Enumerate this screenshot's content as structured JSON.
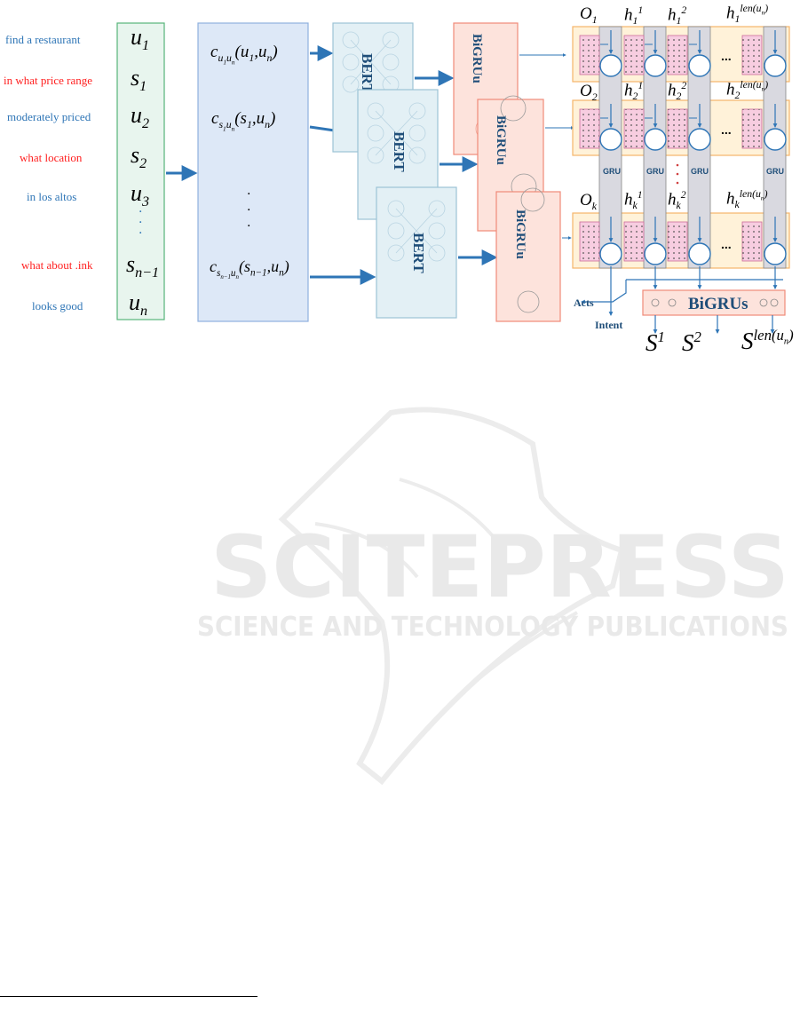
{
  "utterances": [
    {
      "text": "find a restaurant",
      "color": "#2e75b6"
    },
    {
      "text": "in what price range",
      "color": "#ff2020"
    },
    {
      "text": "moderately priced",
      "color": "#2e75b6"
    },
    {
      "text": "what location",
      "color": "#ff2020"
    },
    {
      "text": "in los altos",
      "color": "#2e75b6"
    },
    {
      "text": "what about .ink",
      "color": "#ff2020"
    },
    {
      "text": "looks good",
      "color": "#2e75b6"
    }
  ],
  "blocks": {
    "bert": "BERT",
    "bigru_u": "BiGRUu",
    "bigru_s": "BiGRUs",
    "gru": "GRU",
    "ellipsis": "..."
  },
  "outputs": {
    "acts": "Acts",
    "intent": "Intent"
  },
  "watermark": {
    "line1": "SCITEPRESS",
    "line2": "SCIENCE AND TECHNOLOGY PUBLICATIONS"
  },
  "colors": {
    "utterance_box": "#e8f5ee",
    "context_box": "#dde8f7",
    "bert_box": "#e3f0f5",
    "bigru_box": "#fde3dc",
    "arrow": "#2e75b6"
  }
}
